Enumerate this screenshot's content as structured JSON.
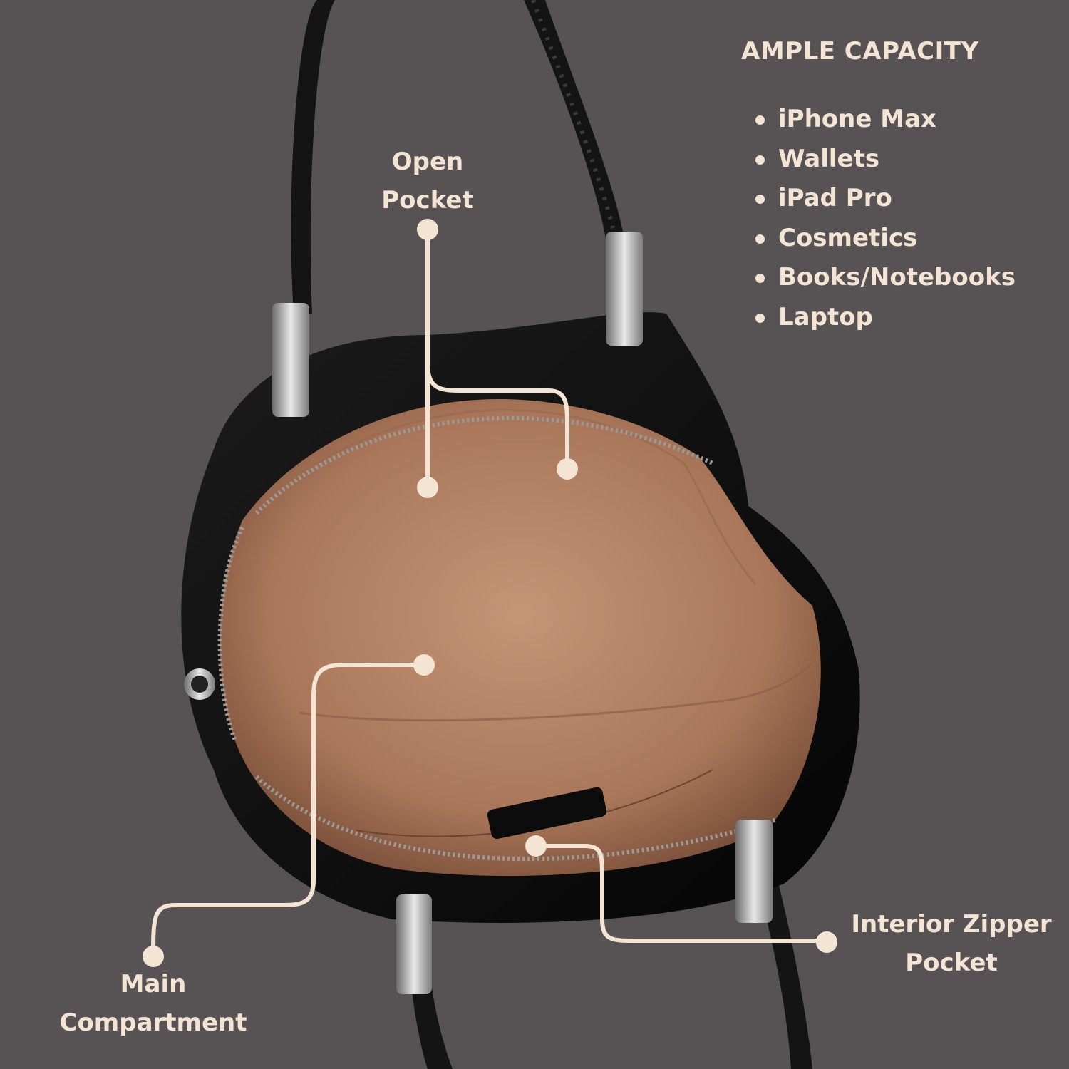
{
  "capacity": {
    "title": "AMPLE CAPACITY",
    "items": [
      "iPhone Max",
      "Wallets",
      "iPad Pro",
      "Cosmetics",
      "Books/Notebooks",
      "Laptop"
    ]
  },
  "callouts": {
    "open_pocket": {
      "line1": "Open",
      "line2": "Pocket"
    },
    "main_compartment": {
      "line1": "Main",
      "line2": "Compartment"
    },
    "interior_zipper_pocket": {
      "line1": "Interior Zipper",
      "line2": "Pocket"
    }
  },
  "colors": {
    "background": "#575354",
    "accent": "#f3e4d4",
    "bag_leather": "#111111",
    "lining": "#b8876a"
  }
}
